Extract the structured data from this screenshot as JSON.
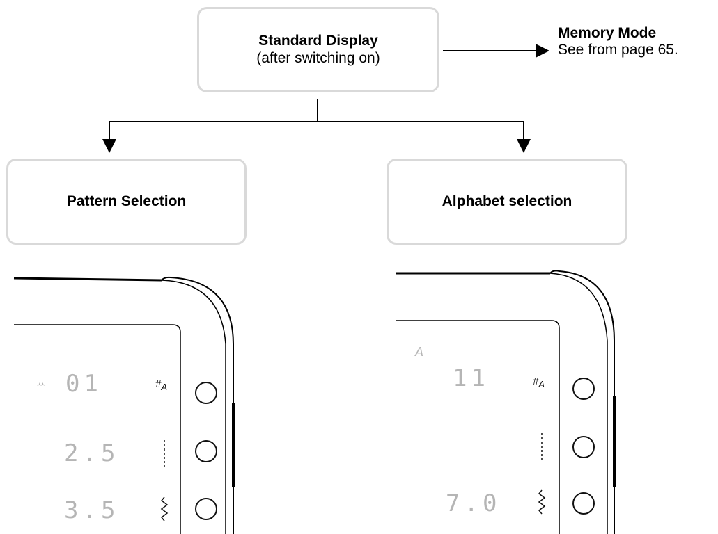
{
  "standard_display": {
    "title": "Standard Display",
    "subtitle": "(after switching on)"
  },
  "memory_mode": {
    "title": "Memory Mode",
    "note": "See from page 65."
  },
  "pattern_selection": {
    "label": "Pattern Selection",
    "panel": {
      "top_indicator": "ꕀ",
      "pattern_number": "01",
      "stitch_length": "2.5",
      "stitch_width": "3.5"
    }
  },
  "alphabet_selection": {
    "label": "Alphabet selection",
    "panel": {
      "top_indicator": "A",
      "pattern_number": "11",
      "stitch_length": "",
      "stitch_width": "7.0"
    }
  },
  "panel_icons": {
    "number_icon": "#",
    "number_icon_sub": "A"
  },
  "colors": {
    "box_border": "#d9d9d9",
    "line": "#000000",
    "lcd_digits": "#b5b5b5"
  }
}
